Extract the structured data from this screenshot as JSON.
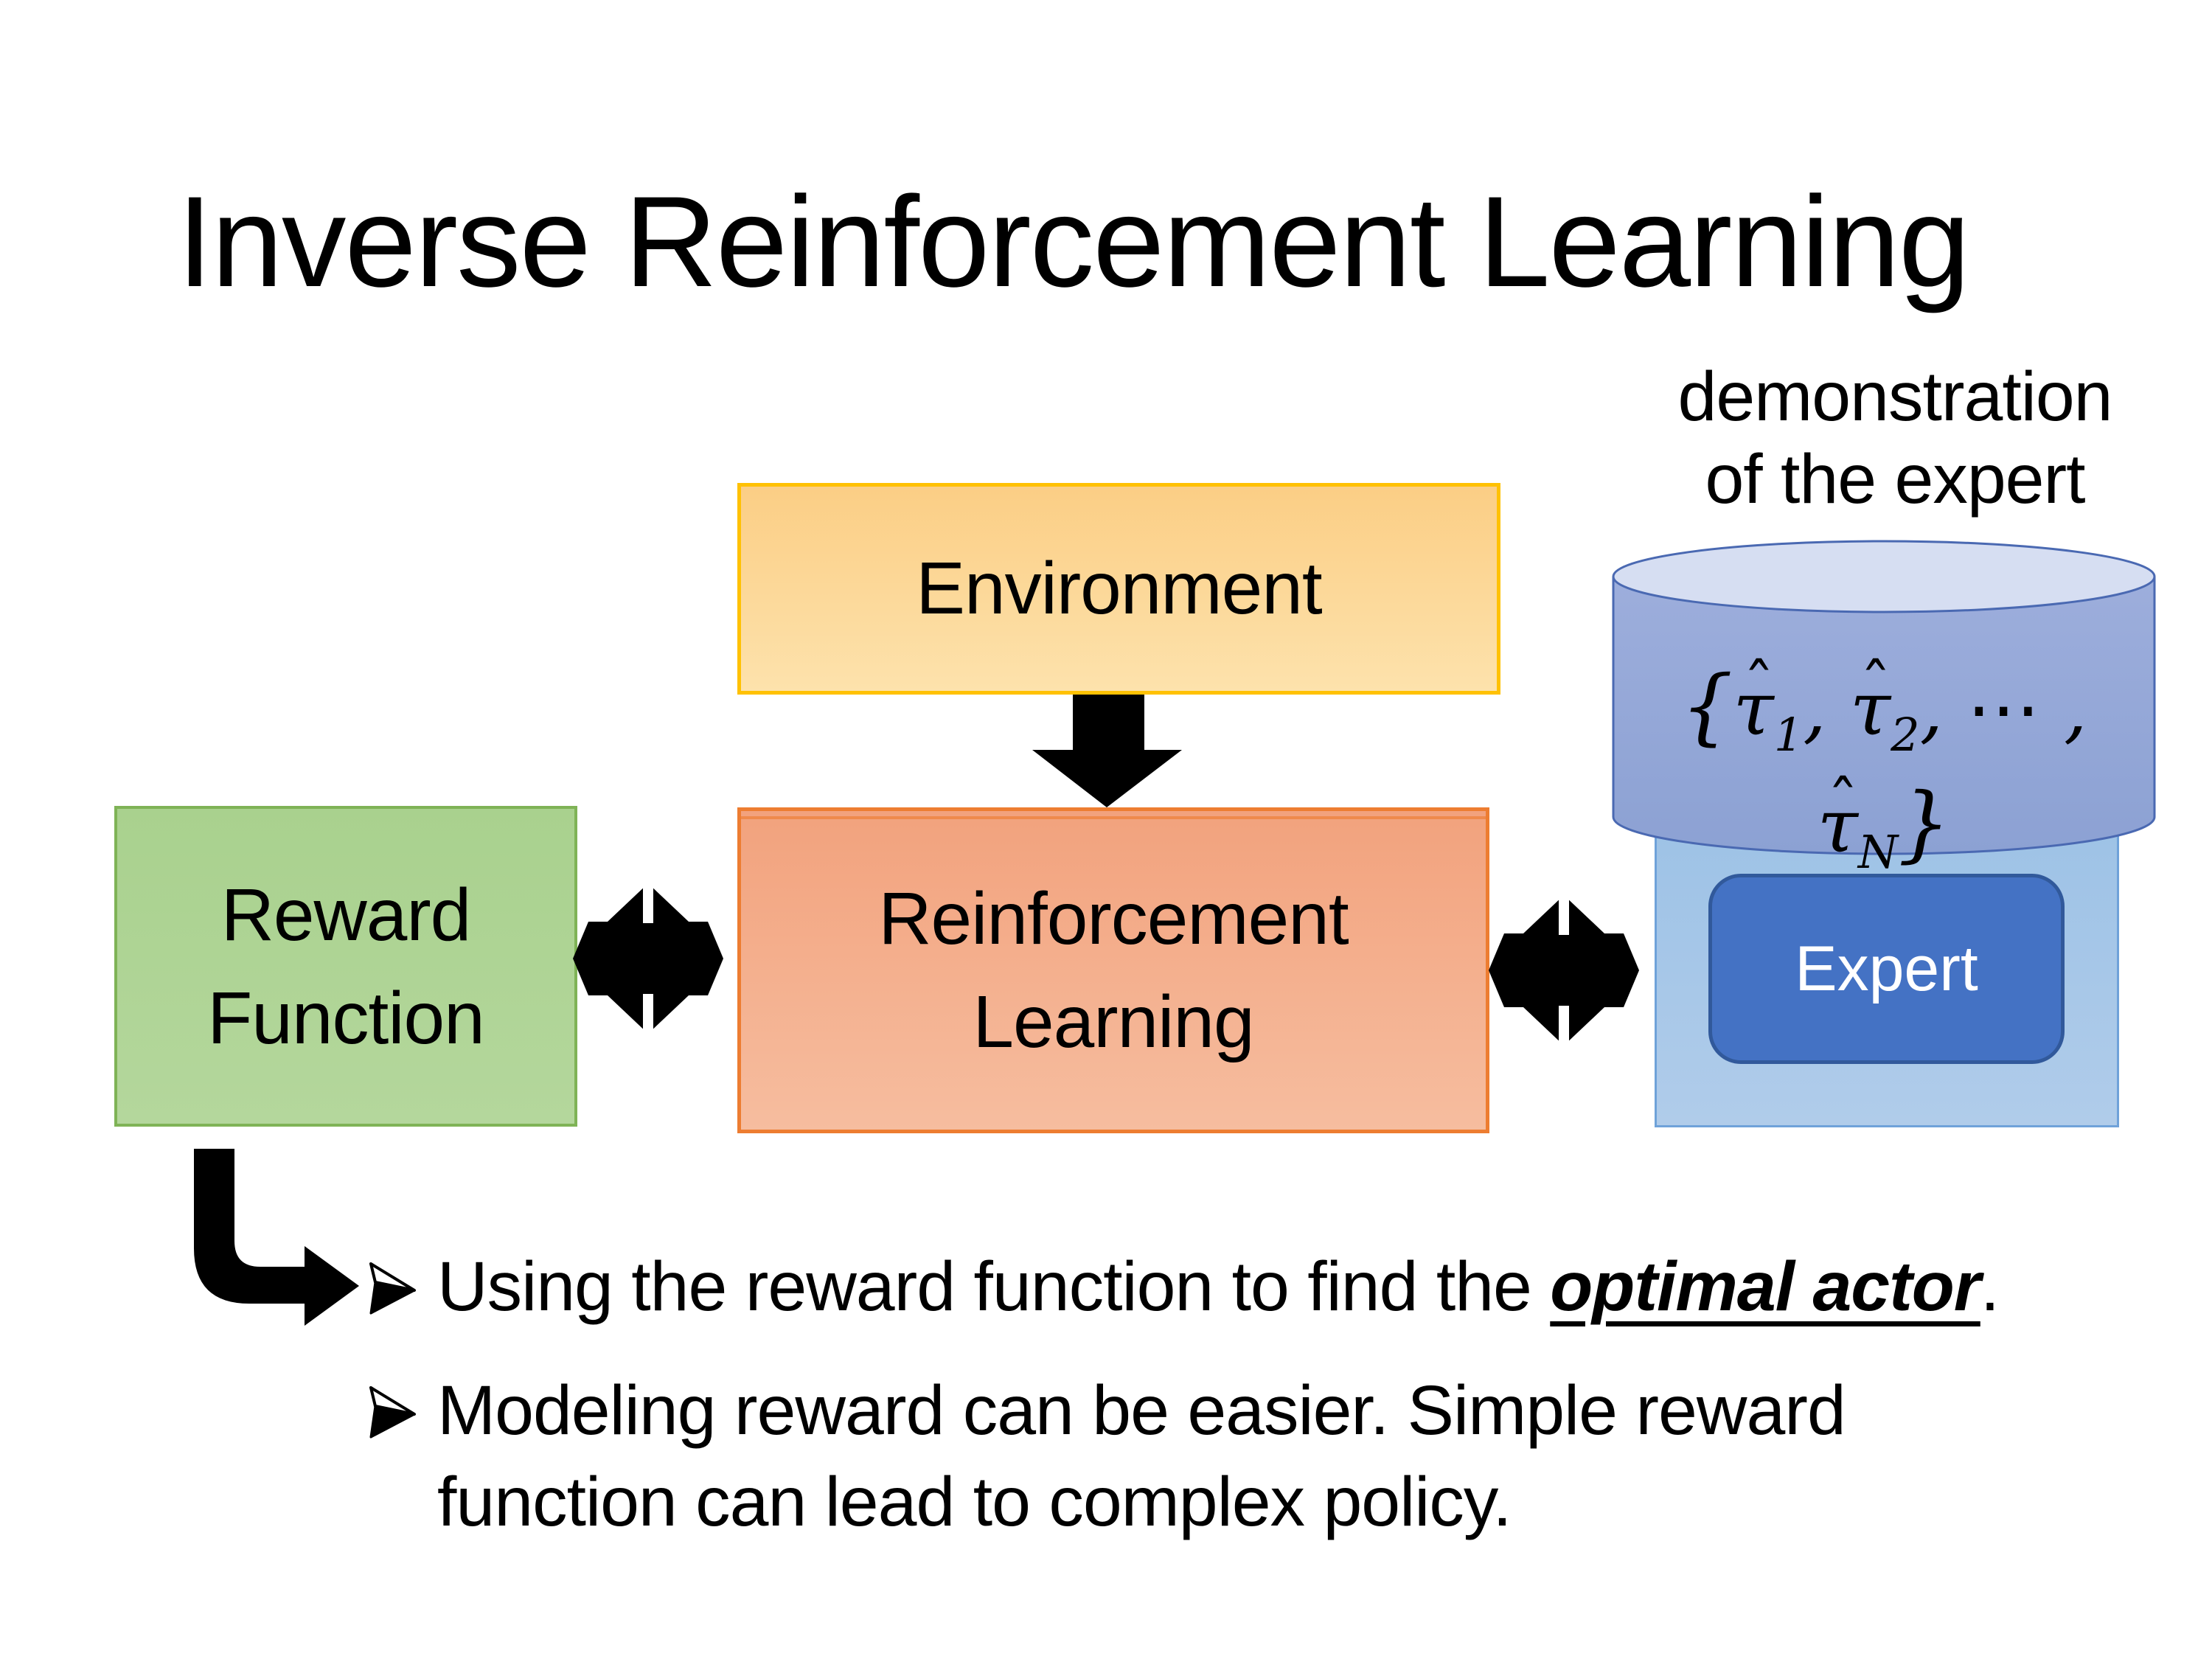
{
  "slide_title": "Inverse Reinforcement Learning",
  "annotation": {
    "line1": "demonstration",
    "line2": "of the expert"
  },
  "diagram": {
    "environment_label": "Environment",
    "reward_function": {
      "line1": "Reward",
      "line2": "Function"
    },
    "reinforcement_learning": {
      "line1": "Reinforcement",
      "line2": "Learning"
    },
    "expert_label": "Expert",
    "demonstration_set": {
      "open_brace": "{",
      "tau": "τ",
      "hat": "ˆ",
      "sub_1": "1",
      "sep_1": ", ",
      "sub_2": "2",
      "sep_2": ", ",
      "cdots": "⋯",
      "sep_3": " , ",
      "sub_n": "N",
      "close_brace": "}"
    }
  },
  "bullets": {
    "item1": {
      "prefix": "Using the reward function to find the ",
      "emphasis": "optimal actor",
      "suffix": "."
    },
    "item2": {
      "line1": "Modeling reward can be easier. Simple reward",
      "line2": "function can lead to complex policy."
    }
  },
  "colors": {
    "environment_fill_top": "#FBCE85",
    "environment_fill_bottom": "#FDE2AC",
    "environment_border": "#FFC103",
    "reward_fill": "#A9D18E",
    "reward_border": "#7FB356",
    "rl_fill_top": "#F2A27D",
    "rl_fill_bottom": "#F6BD9F",
    "rl_border": "#ED7D31",
    "expert_container_fill": "#9DC2E6",
    "expert_container_border": "#6FA2D9",
    "expert_box_fill": "#4472C4",
    "expert_box_border": "#31599B",
    "expert_text": "#FFFFFF",
    "cylinder_body_top": "#9DAEDC",
    "cylinder_body_bottom": "#8CA1D3",
    "cylinder_top_face": "#D6DEF2",
    "cylinder_border": "#4A69B2",
    "arrow_color": "#000000",
    "text_color": "#000000",
    "background": "#FFFFFF"
  }
}
